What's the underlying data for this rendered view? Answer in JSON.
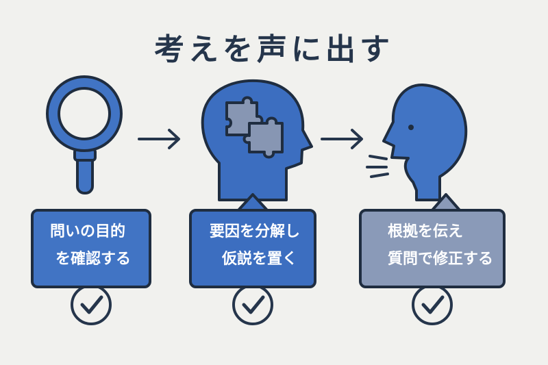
{
  "title": "考えを声に出す",
  "steps": [
    {
      "lines": [
        "問いの目的",
        "を確認する"
      ],
      "icon": "magnifying-glass-icon"
    },
    {
      "lines": [
        "要因を分解し",
        "仮説を置く"
      ],
      "icon": "head-puzzle-icon"
    },
    {
      "lines": [
        "根拠を伝え",
        "質問で修正する"
      ],
      "icon": "speaking-head-icon"
    }
  ],
  "colors": {
    "background": "#f1f1ee",
    "primary_blue": "#4174c4",
    "muted_blue": "#8a9ab8",
    "outline": "#1f2d40",
    "puzzle": "#8796b3"
  }
}
